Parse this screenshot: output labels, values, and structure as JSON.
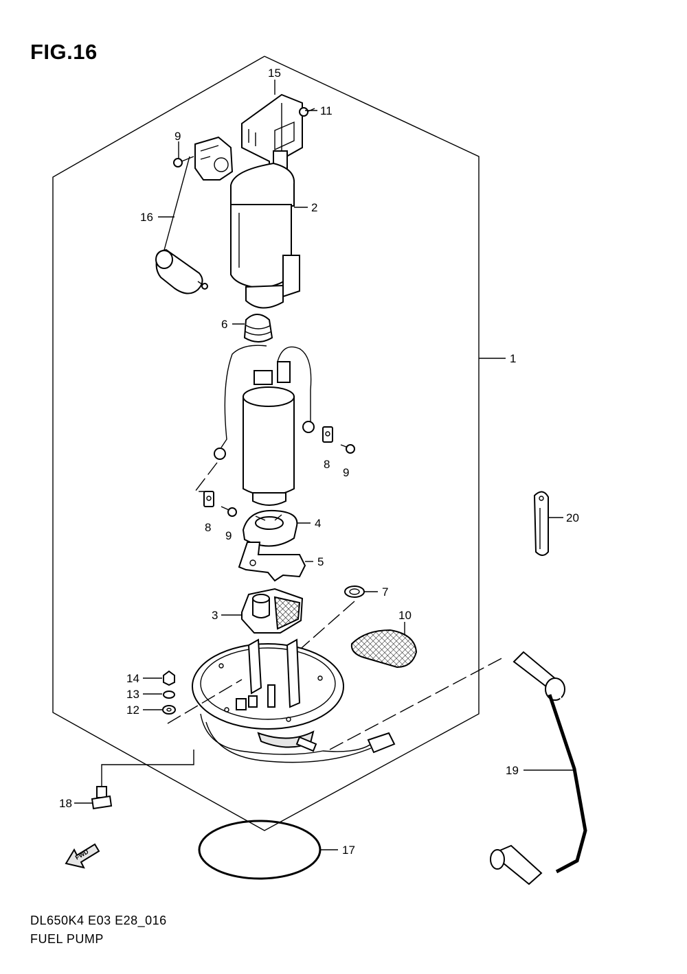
{
  "figure": {
    "title": "FIG.16"
  },
  "footer": {
    "model_code": "DL650K4 E03 E28_016",
    "name": "FUEL PUMP"
  },
  "direction_arrow": {
    "label": "FWD",
    "icon": "forward-arrow-icon"
  },
  "callouts": {
    "p1": "1",
    "p2": "2",
    "p3": "3",
    "p4": "4",
    "p5": "5",
    "p6": "6",
    "p7": "7",
    "p8a": "8",
    "p8b": "8",
    "p9a": "9",
    "p9b": "9",
    "p9c": "9",
    "p10": "10",
    "p11": "11",
    "p12": "12",
    "p13": "13",
    "p14": "14",
    "p15": "15",
    "p16": "16",
    "p17": "17",
    "p18": "18",
    "p19": "19",
    "p20": "20"
  }
}
